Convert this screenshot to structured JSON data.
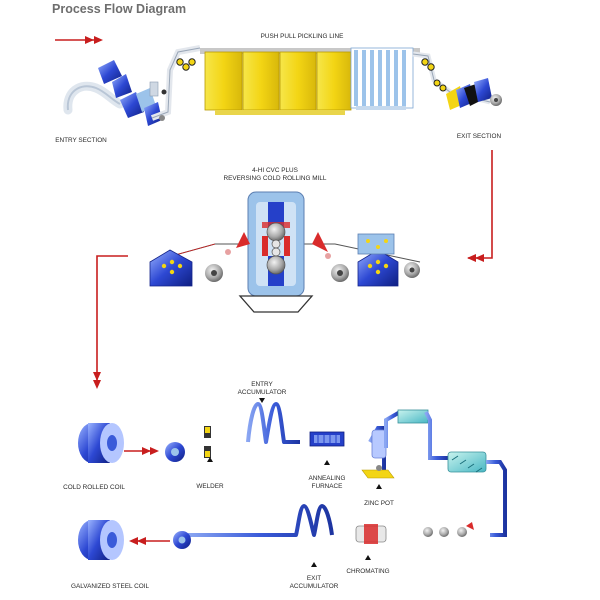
{
  "page": {
    "title": "Process Flow Diagram"
  },
  "labels": {
    "push_pull_line": "PUSH PULL PICKLING LINE",
    "entry_section": "ENTRY SECTION",
    "exit_section": "EXIT SECTION",
    "mill_line1": "4-HI CVC PLUS",
    "mill_line2": "REVERSING COLD ROLLING MILL",
    "entry_accum_line1": "ENTRY",
    "entry_accum_line2": "ACCUMULATOR",
    "cold_rolled_coil": "COLD ROLLED COIL",
    "welder": "WELDER",
    "annealing_line1": "ANNEALING",
    "annealing_line2": "FURNACE",
    "zinc_pot": "ZINC POT",
    "galvanized_coil": "GALVANIZED STEEL COIL",
    "exit_accum_line1": "EXIT",
    "exit_accum_line2": "ACCUMULATOR",
    "chromating": "CHROMATING"
  },
  "colors": {
    "strip_blue": "#3a5bd9",
    "light_blue": "#9cc3ea",
    "tank_yellow": "#f3dc1f",
    "flow_arrow_red": "#c81e1e",
    "machine_blue": "#2540c9",
    "roll_grey": "#9a9a9a"
  }
}
